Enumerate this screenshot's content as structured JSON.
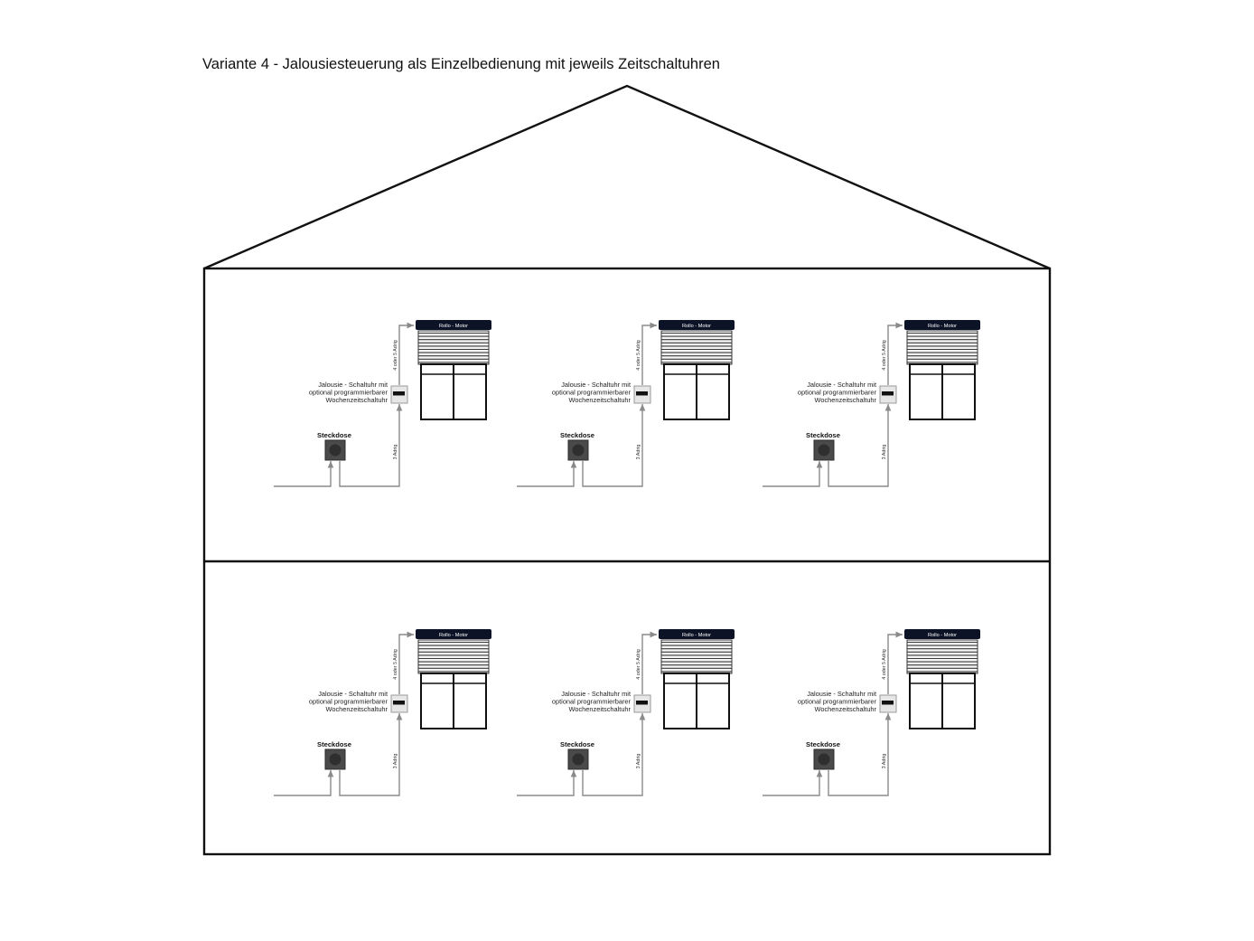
{
  "title": "Variante 4 - Jalousiesteuerung als Einzelbedienung mit jeweils Zeitschaltuhren",
  "colors": {
    "outline": "#111111",
    "wire": "#8a8a8a",
    "motor_bar": "#0d1326",
    "socket": "#4a4a4a",
    "switch": "#e6e6e6"
  },
  "floors": [
    {
      "name": "upper-floor",
      "units": [
        {
          "motor_label": "Rollo - Motor",
          "switch_label": [
            "Jalousie - Schaltuhr mit",
            "optional programmierbarer",
            "Wochenzeitschaltuhr"
          ],
          "socket_label": "Steckdose",
          "wire_top_label": "4 oder 5 Adrig",
          "wire_bottom_label": "3 Adrig"
        },
        {
          "motor_label": "Rollo - Motor",
          "switch_label": [
            "Jalousie - Schaltuhr mit",
            "optional programmierbarer",
            "Wochenzeitschaltuhr"
          ],
          "socket_label": "Steckdose",
          "wire_top_label": "4 oder 5 Adrig",
          "wire_bottom_label": "3 Adrig"
        },
        {
          "motor_label": "Rollo - Motor",
          "switch_label": [
            "Jalousie - Schaltuhr mit",
            "optional programmierbarer",
            "Wochenzeitschaltuhr"
          ],
          "socket_label": "Steckdose",
          "wire_top_label": "4 oder 5 Adrig",
          "wire_bottom_label": "3 Adrig"
        }
      ]
    },
    {
      "name": "lower-floor",
      "units": [
        {
          "motor_label": "Rollo - Motor",
          "switch_label": [
            "Jalousie - Schaltuhr mit",
            "optional programmierbarer",
            "Wochenzeitschaltuhr"
          ],
          "socket_label": "Steckdose",
          "wire_top_label": "4 oder 5 Adrig",
          "wire_bottom_label": "3 Adrig"
        },
        {
          "motor_label": "Rollo - Motor",
          "switch_label": [
            "Jalousie - Schaltuhr mit",
            "optional programmierbarer",
            "Wochenzeitschaltuhr"
          ],
          "socket_label": "Steckdose",
          "wire_top_label": "4 oder 5 Adrig",
          "wire_bottom_label": "3 Adrig"
        },
        {
          "motor_label": "Rollo - Motor",
          "switch_label": [
            "Jalousie - Schaltuhr mit",
            "optional programmierbarer",
            "Wochenzeitschaltuhr"
          ],
          "socket_label": "Steckdose",
          "wire_top_label": "4 oder 5 Adrig",
          "wire_bottom_label": "3 Adrig"
        }
      ]
    }
  ]
}
